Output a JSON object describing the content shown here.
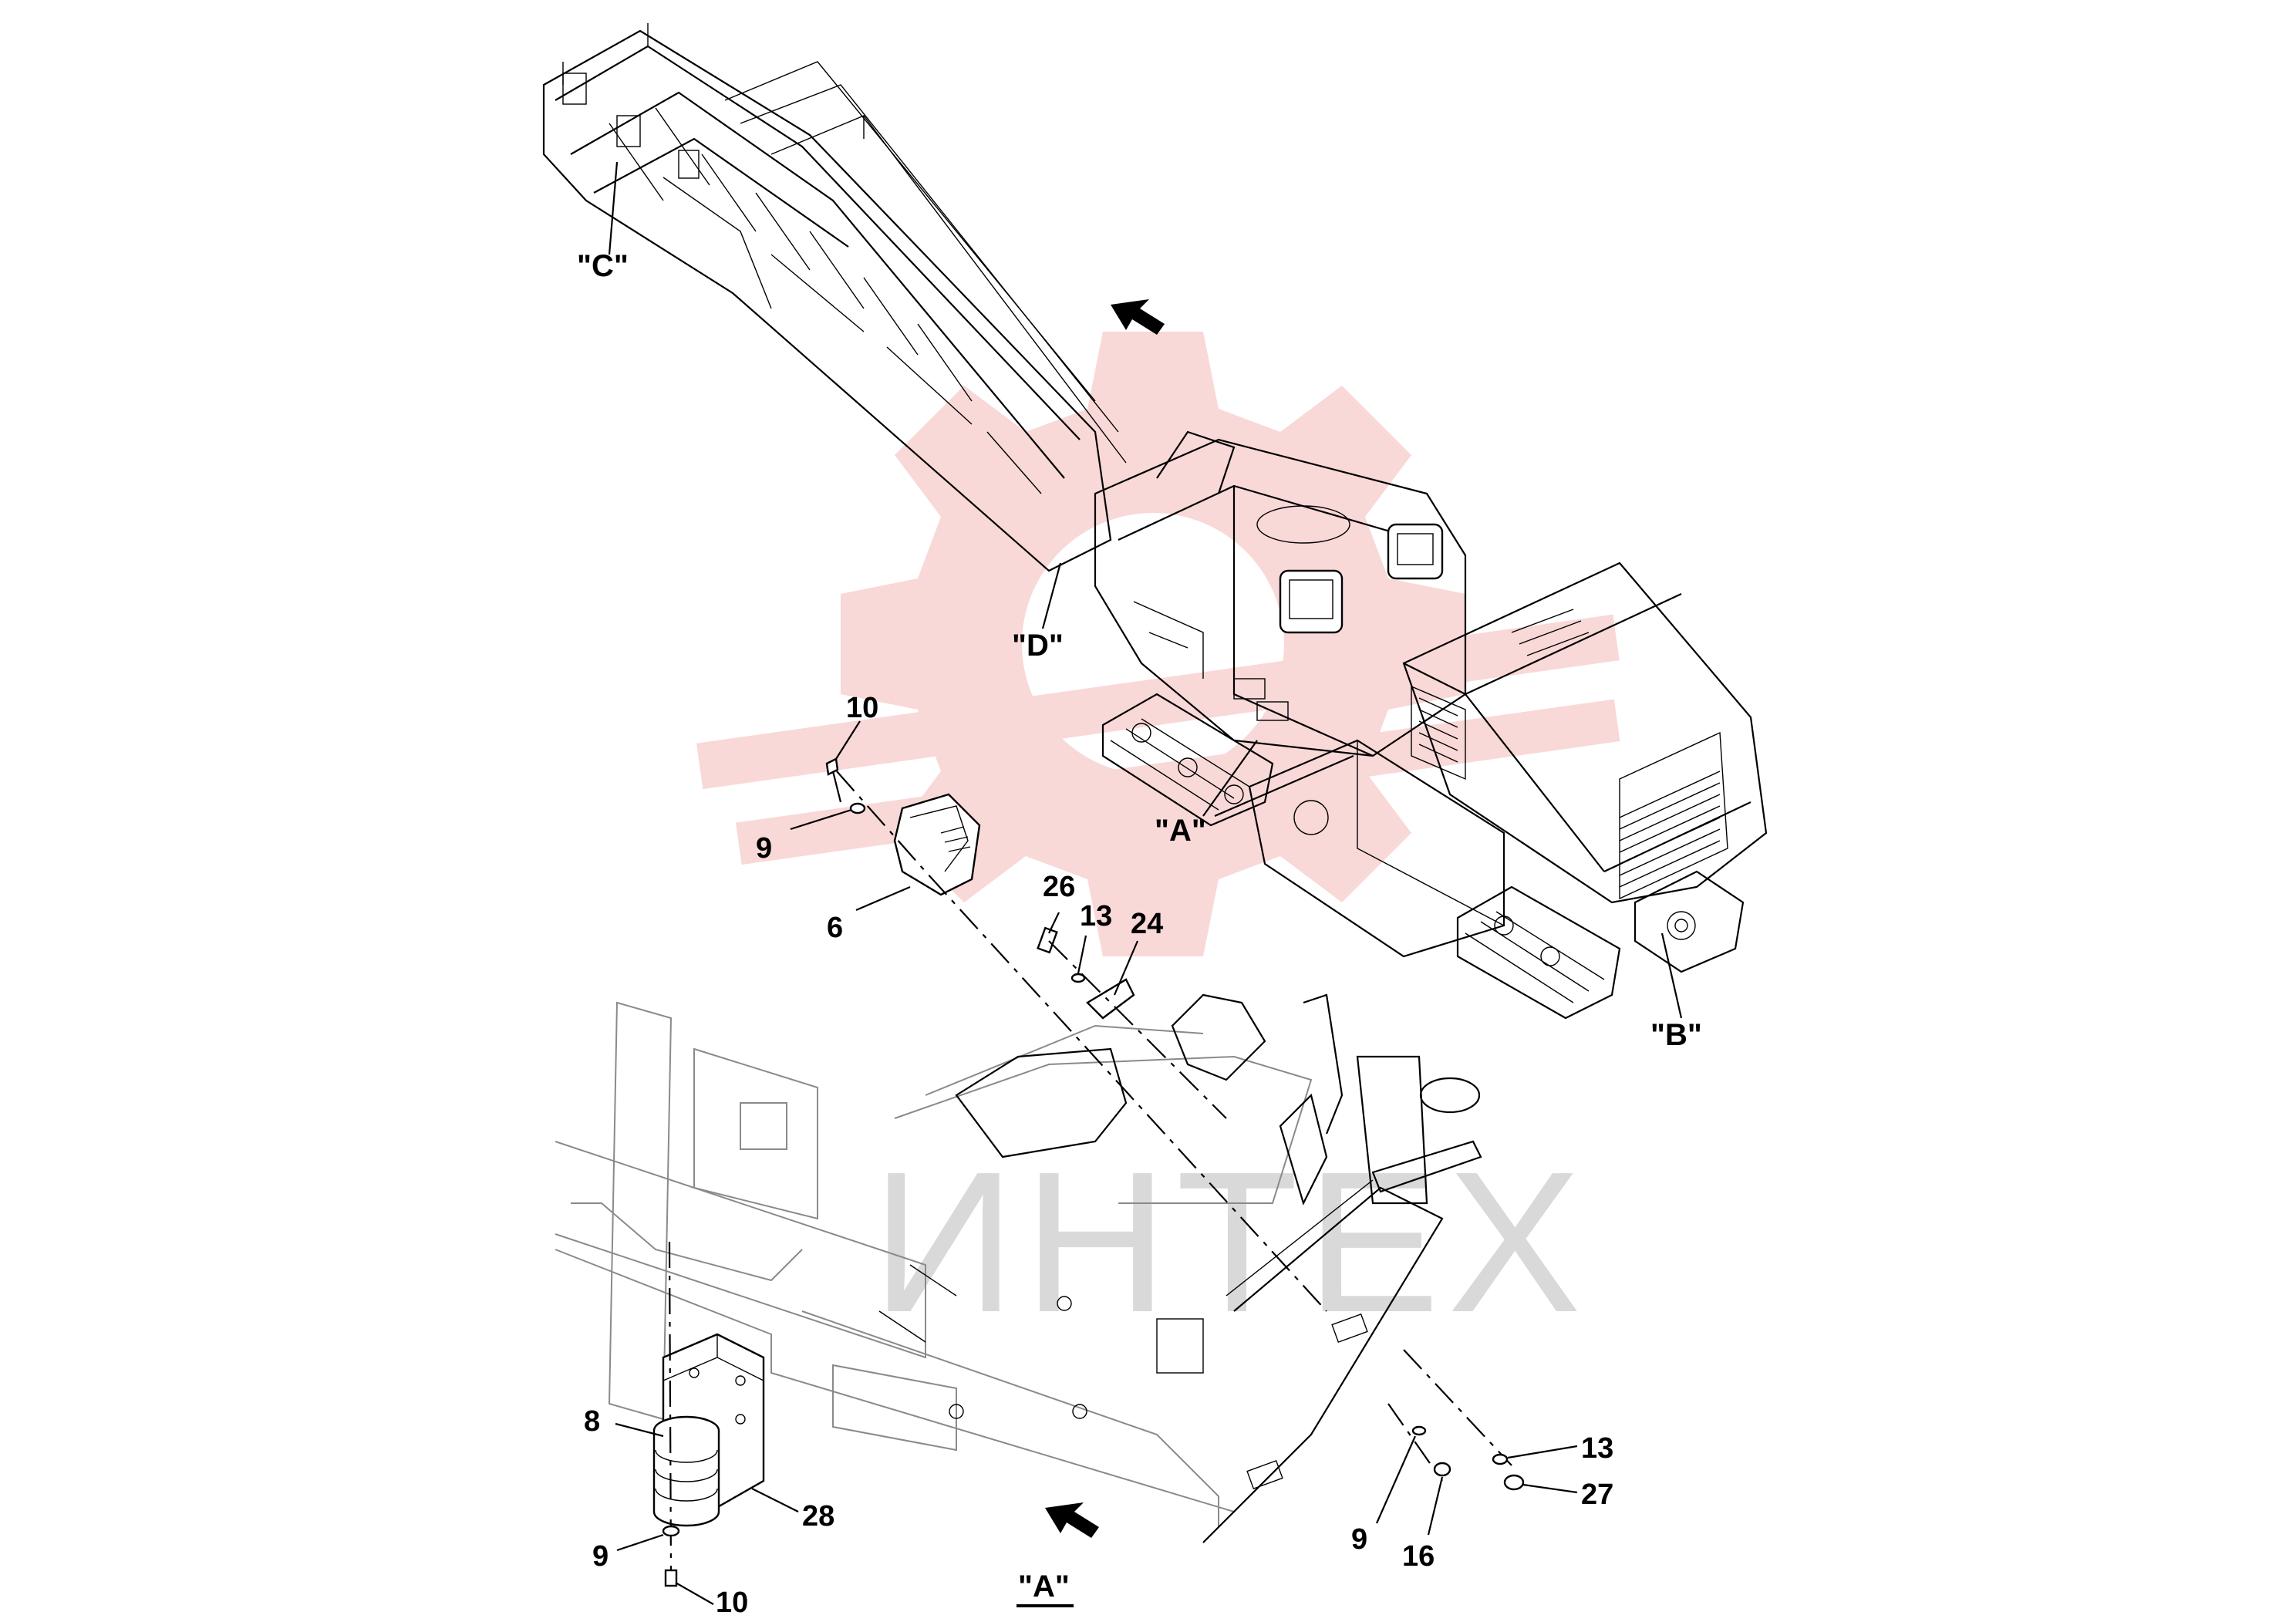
{
  "arrow_count": 2,
  "view_labels": {
    "c": "\"C\"",
    "d": "\"D\"",
    "a": "\"A\"",
    "b": "\"B\"",
    "section_a": "\"A\""
  },
  "callouts": {
    "p10_top": "10",
    "p9_top": "9",
    "p6": "6",
    "p26": "26",
    "p13_top": "13",
    "p24": "24",
    "p8": "8",
    "p28": "28",
    "p9_bottom": "9",
    "p10_bottom": "10",
    "p13_right": "13",
    "p27": "27",
    "p9_right": "9",
    "p16": "16"
  },
  "watermark": {
    "text": "ИНТЕХ",
    "text_color": "#d9d9d9",
    "gear_color": "#f4b8b8"
  }
}
